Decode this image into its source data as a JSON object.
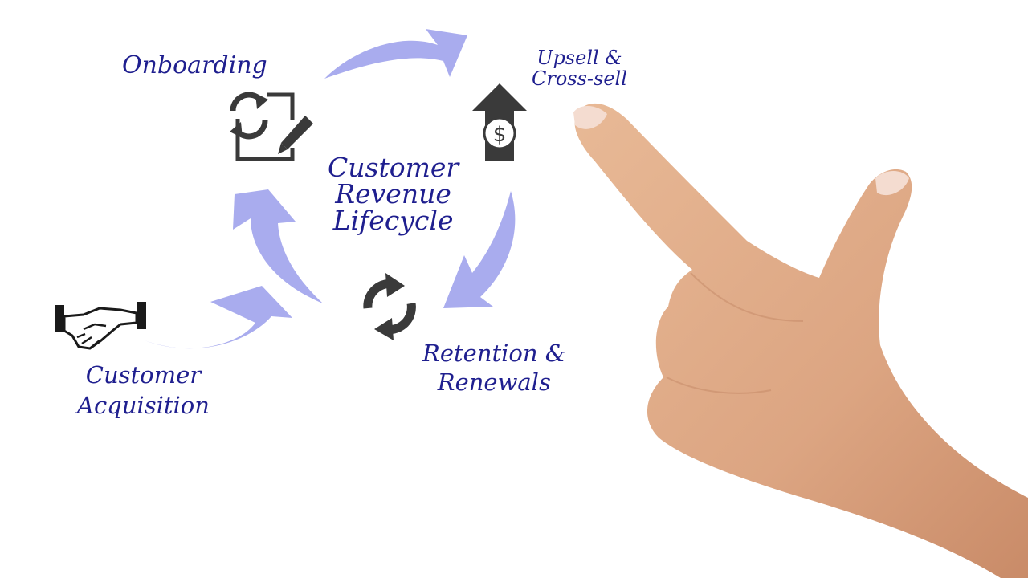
{
  "diagram": {
    "title_lines": [
      "Customer",
      "Revenue",
      "Lifecycle"
    ],
    "stages": {
      "onboarding": {
        "lines": [
          "Onboarding"
        ],
        "icon": "checklist-pencil-icon"
      },
      "upsell": {
        "lines": [
          "Upsell &",
          "Cross-sell"
        ],
        "icon": "dollar-up-arrow-icon"
      },
      "retention": {
        "lines": [
          "Retention &",
          "Renewals"
        ],
        "icon": "refresh-cycle-icon"
      },
      "acquisition": {
        "lines": [
          "Customer",
          "Acquisition"
        ],
        "icon": "handshake-icon"
      }
    },
    "colors": {
      "label_text": "#1f1f8f",
      "cycle_arrows": "#a9acee",
      "icons": "#3a3a3a",
      "skin": "#e3b08d",
      "background": "#ffffff"
    }
  }
}
